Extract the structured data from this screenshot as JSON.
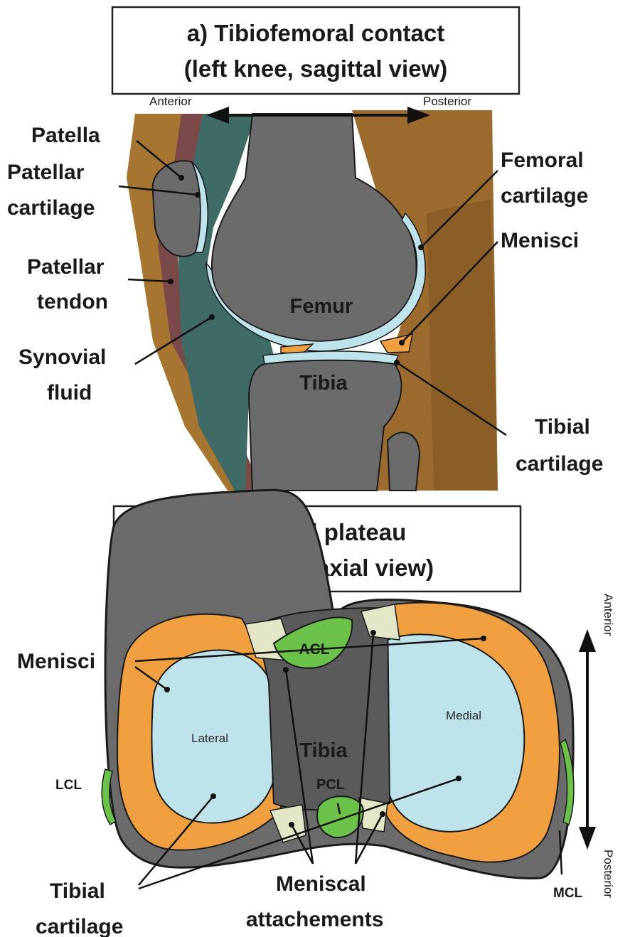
{
  "panel_a": {
    "title_line1": "a) Tibiofemoral contact",
    "title_line2": "(left knee, sagittal view)",
    "direction": {
      "left": "Anterior",
      "right": "Posterior"
    },
    "labels": {
      "patella": "Patella",
      "patellar_cartilage_1": "Patellar",
      "patellar_cartilage_2": "cartilage",
      "patellar_tendon_1": "Patellar",
      "patellar_tendon_2": "tendon",
      "synovial_fluid_1": "Synovial",
      "synovial_fluid_2": "fluid",
      "femoral_cartilage_1": "Femoral",
      "femoral_cartilage_2": "cartilage",
      "menisci": "Menisci",
      "tibial_cartilage_1": "Tibial",
      "tibial_cartilage_2": "cartilage",
      "femur": "Femur",
      "tibia": "Tibia"
    }
  },
  "panel_b": {
    "title_line1": "b) Tibial plateau",
    "title_line2": "(left knee, axial view)",
    "direction": {
      "top": "Anterior",
      "bottom": "Posterior"
    },
    "labels": {
      "menisci": "Menisci",
      "lcl": "LCL",
      "mcl": "MCL",
      "acl": "ACL",
      "pcl": "PCL",
      "tibia": "Tibia",
      "lateral": "Lateral",
      "medial": "Medial",
      "tibial_cartilage_1": "Tibial",
      "tibial_cartilage_2": "cartilage",
      "meniscal_attachments_1": "Meniscal",
      "meniscal_attachments_2": "attachements"
    }
  },
  "colors": {
    "bone": "#6b6b6b",
    "cartilage": "#bfe3ea",
    "meniscus": "#f0a040",
    "ligament": "#6cc14a",
    "attachment": "#e4e6c8",
    "fluid": "#3f6a66",
    "soft_tissue": "#9a6a2e",
    "tendon": "#7a4a4a"
  }
}
